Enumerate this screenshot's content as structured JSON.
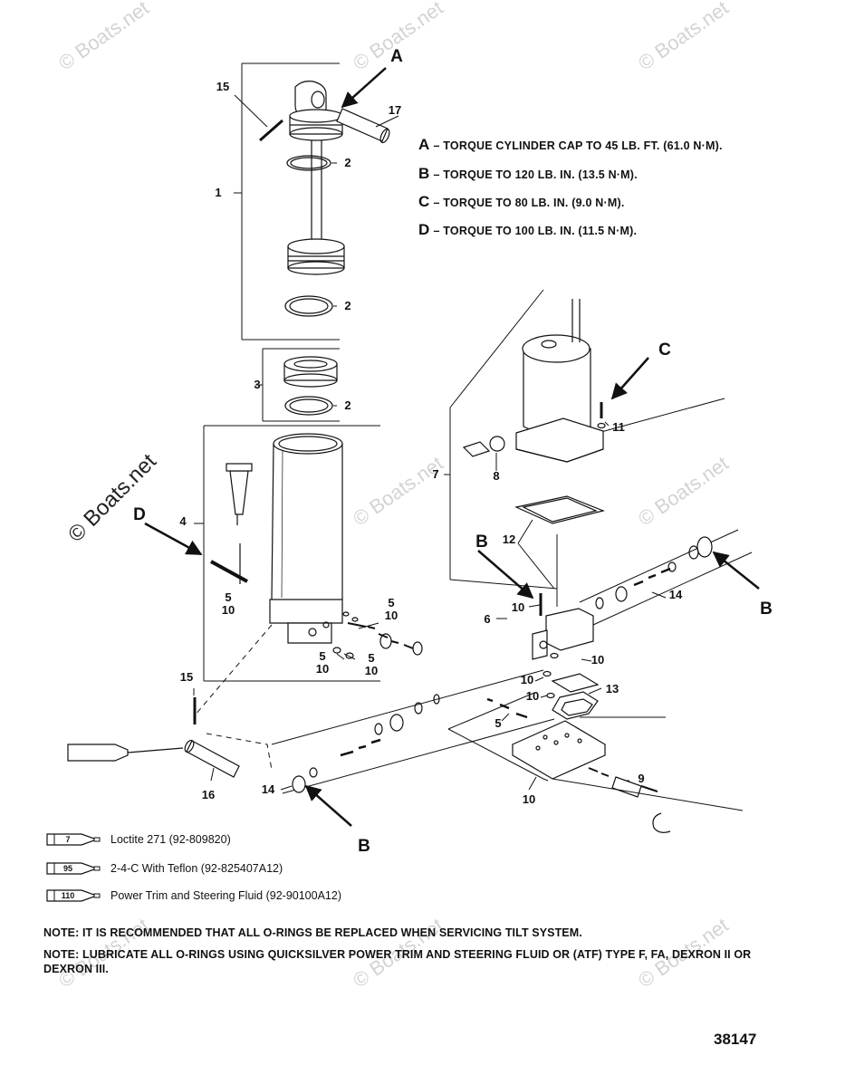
{
  "watermarks": {
    "text": "© Boats.net",
    "count": 9
  },
  "callouts": {
    "c1": "1",
    "c2a": "2",
    "c2b": "2",
    "c2c": "2",
    "c3": "3",
    "c4": "4",
    "c5a": "5",
    "c10a": "10",
    "c5b": "5",
    "c10b": "10",
    "c5c": "5",
    "c10c": "10",
    "c5d": "5",
    "c10d": "10",
    "c5e": "5",
    "c6": "6",
    "c7": "7",
    "c8": "8",
    "c9": "9",
    "c10e": "10",
    "c10f": "10",
    "c10g": "10",
    "c10h": "10",
    "c10i": "10",
    "c11": "11",
    "c12": "12",
    "c13": "13",
    "c14a": "14",
    "c14b": "14",
    "c15a": "15",
    "c15b": "15",
    "c16": "16",
    "c17": "17",
    "lA": "A",
    "lB1": "B",
    "lB2": "B",
    "lB3": "B",
    "lC": "C",
    "lD": "D"
  },
  "torque_specs": [
    {
      "letter": "A",
      "text": "– TORQUE CYLINDER CAP TO 45 LB. FT. (61.0 N·M)."
    },
    {
      "letter": "B",
      "text": "– TORQUE TO 120 LB. IN. (13.5 N·M)."
    },
    {
      "letter": "C",
      "text": "– TORQUE TO 80 LB. IN. (9.0 N·M)."
    },
    {
      "letter": "D",
      "text": "– TORQUE TO 100 LB. IN. (11.5 N·M)."
    }
  ],
  "lubricants": [
    {
      "number": "7",
      "text": "Loctite 271 (92-809820)"
    },
    {
      "number": "95",
      "text": "2-4-C  With Teflon (92-825407A12)"
    },
    {
      "number": "110",
      "text": "Power Trim  and Steering Fluid (92-90100A12)"
    }
  ],
  "notes": [
    "NOTE: IT IS RECOMMENDED THAT ALL O-RINGS BE REPLACED WHEN SERVICING TILT SYSTEM.",
    "NOTE: LUBRICATE ALL O-RINGS USING QUICKSILVER POWER TRIM AND STEERING FLUID OR (ATF) TYPE F, FA, DEXRON II OR DEXRON III."
  ],
  "figure_number": "38147"
}
